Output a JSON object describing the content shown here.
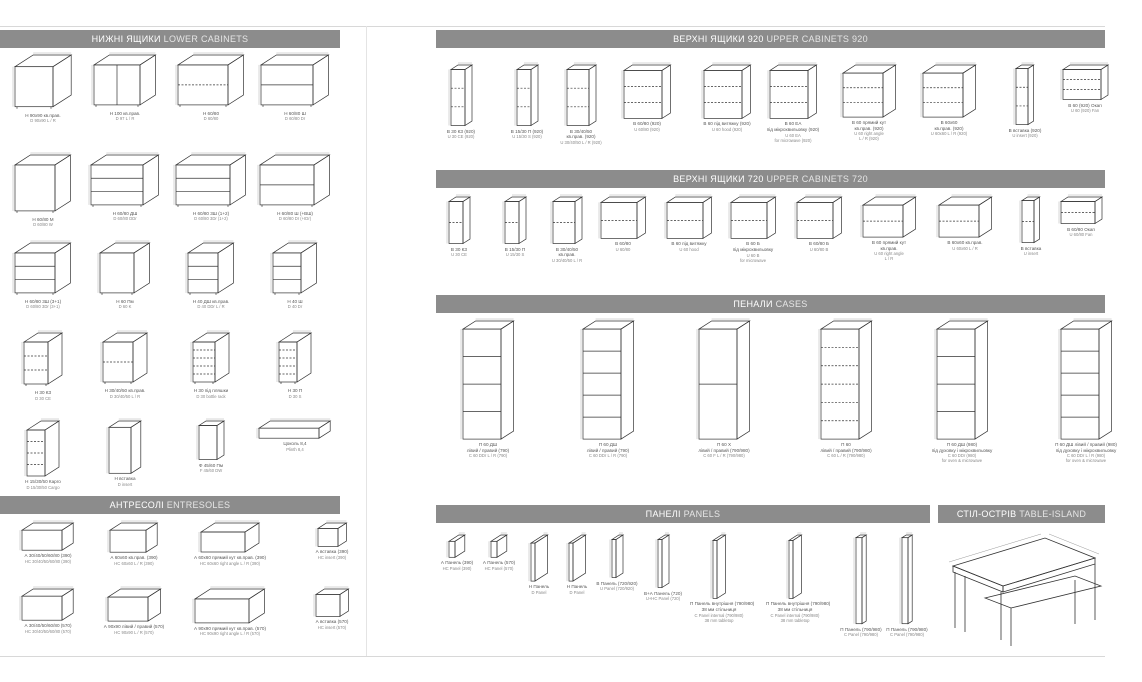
{
  "sections": {
    "lower": {
      "ua": "НИЖНІ ЯЩИКИ",
      "en": "LOWER CABINETS"
    },
    "upper920": {
      "ua": "ВЕРХНІ ЯЩИКИ 920",
      "en": "UPPER CABINETS 920"
    },
    "upper720": {
      "ua": "ВЕРХНІ ЯЩИКИ 720",
      "en": "UPPER CABINETS 720"
    },
    "cases": {
      "ua": "ПЕНАЛИ",
      "en": "CASES"
    },
    "entresoles": {
      "ua": "АНТРЕСОЛІ",
      "en": "ENTRESOLES"
    },
    "panels": {
      "ua": "ПАНЕЛІ",
      "en": "PANELS"
    },
    "island": {
      "ua": "СТІЛ-ОСТРІВ",
      "en": "TABLE-ISLAND"
    }
  },
  "colors": {
    "header_bg": "#8c8c8c",
    "line": "#333333",
    "dims": "#8a8a8a"
  },
  "lower_items": [
    {
      "l1": "Н 90х90 кв.прав.",
      "l2": "D 90х90 L / R"
    },
    {
      "l1": "Н 100 кв.прав.",
      "l2": "D 97 L / R"
    },
    {
      "l1": "Н 60/80",
      "l2": "D 60/80"
    },
    {
      "l1": "Н 60/80 Ш",
      "l2": "D 60/80 Dr"
    },
    {
      "l1": "Н 60/80 М",
      "l2": "D 60/80 W"
    },
    {
      "l1": "Н 60/80 ДШ",
      "l2": "D 60/80 DDr"
    },
    {
      "l1": "Н 60/80 3Ш (1+2)",
      "l2": "D 60/80 3Dr (1+2)"
    },
    {
      "l1": "Н 60/80 Ш (+ВШ)",
      "l2": "D 60/80 Dr (+IDr)"
    },
    {
      "l1": "Н 60/80 3Ш (3+1)",
      "l2": "D 60/80 3Dr (3+1)"
    },
    {
      "l1": "Н 60 Пм",
      "l2": "D 60 K"
    },
    {
      "l1": "Н 40 ДШ кв.прав.",
      "l2": "D 40 DDr L / R"
    },
    {
      "l1": "Н 40 Ш",
      "l2": "D 40 Dr"
    },
    {
      "l1": "Н 30 КЗ",
      "l2": "D 30 CE"
    },
    {
      "l1": "Н 30/40/50 кв.прав.",
      "l2": "D 30/40/50 L / R"
    },
    {
      "l1": "Н 30 під пляшки",
      "l2": "D 30 bottle rack"
    },
    {
      "l1": "Н 30 П",
      "l2": "D 30 S"
    },
    {
      "l1": "Н 15/30/50 Карго",
      "l2": "D 15/30/50 Cargo"
    },
    {
      "l1": "Н вставка",
      "l2": "D insert"
    },
    {
      "l1": "Ф 45/60 Пм",
      "l2": "F 45/60 DW"
    },
    {
      "l1": "Цоколь 8,4",
      "l2": "Plinth 8,4"
    }
  ],
  "upper920_items": [
    {
      "l1": "В 30 КЗ (920)",
      "l2": "U 30 CE (920)"
    },
    {
      "l1": "В 15/30 П (920)",
      "l2": "U 15/30 S (920)"
    },
    {
      "l1": "В 30/40/50",
      "l2": "кв.прав. (920)",
      "l3": "U 30/40/50 L / R (920)"
    },
    {
      "l1": "В 60/80 (920)",
      "l2": "U 60/80 (920)"
    },
    {
      "l1": "В 60 під витяжку (920)",
      "l2": "U 60 hood (920)"
    },
    {
      "l1": "В 60 ЕА",
      "l2": "під мікрохвильовку (920)",
      "l3": "U 60 EA",
      "l4": "for microwave (920)"
    },
    {
      "l1": "В 60 прямий кут",
      "l2": "кв.прав. (920)",
      "l3": "U 60 right angle",
      "l4": "L / R (920)"
    },
    {
      "l1": "В 60х60",
      "l2": "кв.прав. (920)",
      "l3": "U 60х60 L / R (920)"
    },
    {
      "l1": "В вставка (920)",
      "l2": "U insert (920)"
    },
    {
      "l1": "В 60 (920) Окап",
      "l2": "U 60 (920) Fan"
    }
  ],
  "upper720_items": [
    {
      "l1": "В 30 КЗ",
      "l2": "U 30 CE"
    },
    {
      "l1": "В 15/30 П",
      "l2": "U 15/30 S"
    },
    {
      "l1": "В 30/40/50",
      "l2": "кв.прав.",
      "l3": "U 30/40/50 L / R"
    },
    {
      "l1": "В 60/80",
      "l2": "U 60/80"
    },
    {
      "l1": "В 60 під витяжку",
      "l2": "U 60 hood"
    },
    {
      "l1": "В 60 Б",
      "l2": "під мікрохвильовку",
      "l3": "U 60 B",
      "l4": "for microwave"
    },
    {
      "l1": "В 60/80 Б",
      "l2": "U 60/80 B"
    },
    {
      "l1": "В 60 прямий кут",
      "l2": "кв.прав.",
      "l3": "U 60 right angle",
      "l4": "L / R"
    },
    {
      "l1": "В 60х60 кв.прав.",
      "l2": "U 60х60 L / R"
    },
    {
      "l1": "В вставка",
      "l2": "U insert"
    },
    {
      "l1": "В 60/80 Окап",
      "l2": "U 60/80 Fan"
    }
  ],
  "cases_items": [
    {
      "l1": "П 60 ДШ",
      "l2": "лівий / правий (790)",
      "l3": "C 60 DDr L / R (790)"
    },
    {
      "l1": "П 60 ДШ",
      "l2": "лівий / правий (790)",
      "l3": "C 60 DDr L / R (790)"
    },
    {
      "l1": "П 60 Х",
      "l2": "лівий / правий (790/980)",
      "l3": "C 60 F L / R (790/980)"
    },
    {
      "l1": "П 60",
      "l2": "лівий / правий (790/980)",
      "l3": "C 60 L / R (790/980)"
    },
    {
      "l1": "П 60 ДШ (980)",
      "l2": "під духовку і мікрохвильовку",
      "l3": "C 60 DDr (980)",
      "l4": "for oven & microwave"
    },
    {
      "l1": "П 60 ДШ лівий / правий (980)",
      "l2": "під духовку і мікрохвильовку",
      "l3": "C 60 DDr L / R (980)",
      "l4": "for oven & microwave"
    }
  ],
  "entresoles_items": [
    {
      "l1": "А 30/40/50/60/80 (390)",
      "l2": "HC 30/40/50/60/80 (390)"
    },
    {
      "l1": "А 60х60 кв.прав. (390)",
      "l2": "HC 60х60 L / R (390)"
    },
    {
      "l1": "А 60х60 прямий кут кв.прав. (390)",
      "l2": "HC 60х60 right angle L / R (390)"
    },
    {
      "l1": "А вставка (390)",
      "l2": "HC insert (390)"
    },
    {
      "l1": "А 30/40/50/60/80 (570)",
      "l2": "HC 30/40/50/60/80 (570)"
    },
    {
      "l1": "А 90х90 лівий / правий (570)",
      "l2": "HC 90х90 L / R (570)"
    },
    {
      "l1": "А 90х90 прямий кут кв.прав. (570)",
      "l2": "HC 90х90 right angle L / R (570)"
    },
    {
      "l1": "А вставка (570)",
      "l2": "HC insert (570)"
    }
  ],
  "panels_items": [
    {
      "l1": "А Панель (390)",
      "l2": "HC Panel (390)"
    },
    {
      "l1": "А Панель (570)",
      "l2": "HC Panel (570)"
    },
    {
      "l1": "Н Панель",
      "l2": "D Panel"
    },
    {
      "l1": "Н Панель",
      "l2": "D Panel"
    },
    {
      "l1": "В Панель (720/920)",
      "l2": "U Panel (720/920)"
    },
    {
      "l1": "В+А Панель (720)",
      "l2": "U+HC Panel (720)"
    },
    {
      "l1": "П Панель внутрішня (790/980)",
      "l2": "38 мм стільниця",
      "l3": "C Panel internal (790/980)",
      "l4": "38 mm tabletop"
    },
    {
      "l1": "П Панель внутрішня (790/980)",
      "l2": "38 мм стільниця",
      "l3": "C Panel internal (790/980)",
      "l4": "38 mm tabletop"
    },
    {
      "l1": "П Панель (790/980)",
      "l2": "C Panel (790/980)"
    },
    {
      "l1": "П Панель (790/980)",
      "l2": "C Panel (790/980)"
    }
  ]
}
